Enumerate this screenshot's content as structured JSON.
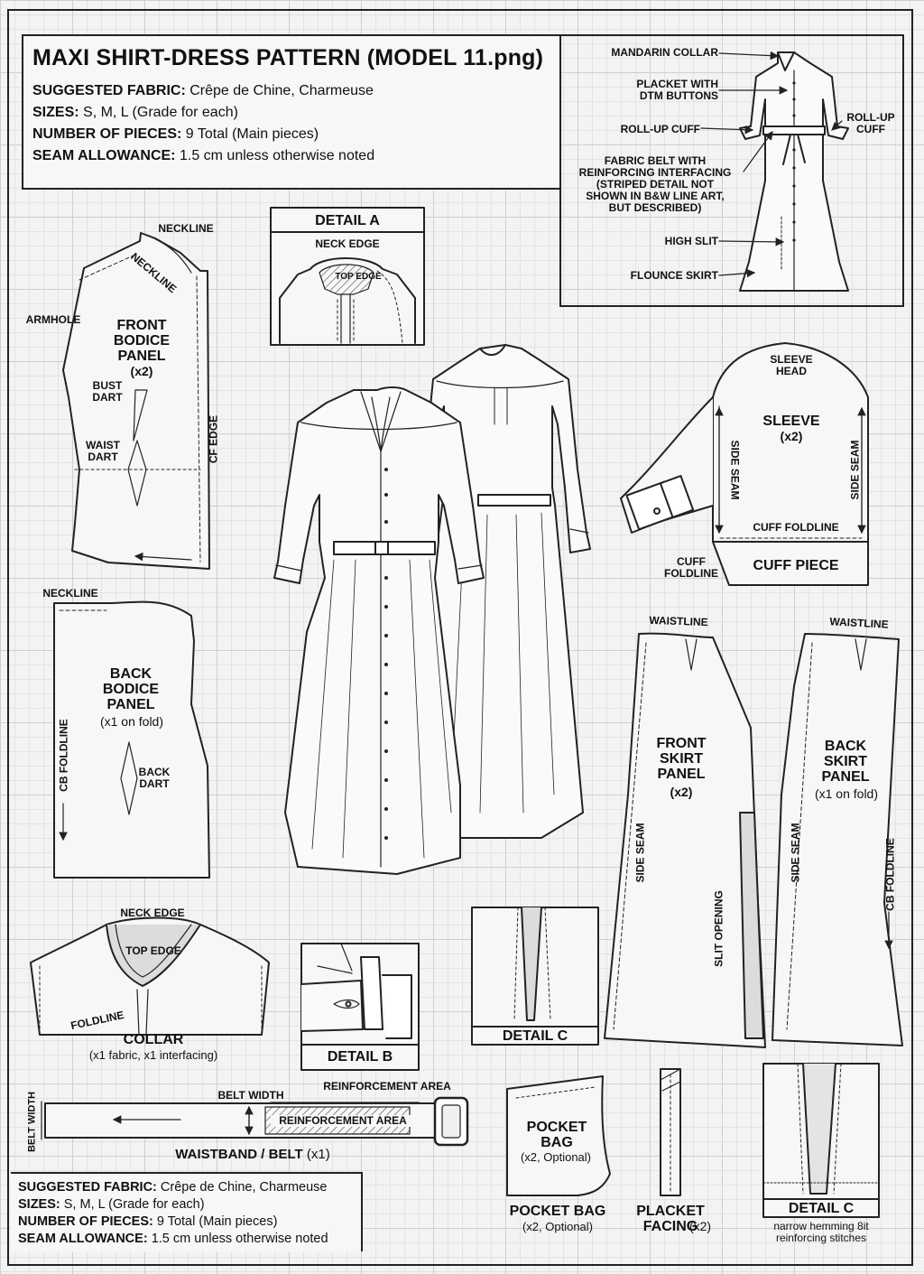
{
  "header": {
    "title": "MAXI SHIRT-DRESS PATTERN (MODEL 11.png)",
    "fabric_label": "SUGGESTED FABRIC:",
    "fabric_value": "Crêpe de Chine, Charmeuse",
    "sizes_label": "SIZES:",
    "sizes_value": "S, M, L (Grade for each)",
    "pieces_label": "NUMBER OF PIECES:",
    "pieces_value": "9 Total (Main pieces)",
    "seam_label": "SEAM ALLOWANCE:",
    "seam_value": "1.5 cm unless otherwise noted"
  },
  "footer_info": {
    "fabric_label": "SUGGESTED FABRIC:",
    "fabric_value": "Crêpe de Chine, Charmeuse",
    "sizes_label": "SIZES:",
    "sizes_value": "S, M, L (Grade for each)",
    "pieces_label": "NUMBER OF PIECES:",
    "pieces_value": "9 Total (Main pieces)",
    "seam_label": "SEAM ALLOWANCE:",
    "seam_value": "1.5 cm unless otherwise noted"
  },
  "callouts": {
    "mandarin_collar": "MANDARIN COLLAR",
    "placket_buttons": "PLACKET WITH\nDTM BUTTONS",
    "rollup_cuff_left": "ROLL-UP CUFF",
    "rollup_cuff_right": "ROLL-UP\nCUFF",
    "fabric_belt": "FABRIC BELT WITH\nREINFORCING INTERFACING\n(STRIPED DETAIL NOT\nSHOWN IN B&W LINE ART,\nBUT DESCRIBED)",
    "high_slit": "HIGH SLIT",
    "flounce_skirt": "FLOUNCE SKIRT"
  },
  "front_bodice": {
    "name": "FRONT\nBODICE\nPANEL",
    "qty": "(x2)",
    "neckline_top": "NECKLINE",
    "neckline_diag": "NECKLINE",
    "armhole": "ARMHOLE",
    "bust_dart": "BUST\nDART",
    "waist_dart": "WAIST\nDART",
    "cf_edge": "CF EDGE"
  },
  "detail_a": {
    "title": "DETAIL A",
    "neck_edge": "NECK EDGE",
    "top_edge": "TOP EDGE"
  },
  "sleeve": {
    "name": "SLEEVE",
    "qty": "(x2)",
    "sleeve_head": "SLEEVE\nHEAD",
    "side_seam_left": "SIDE SEAM",
    "side_seam_right": "SIDE SEAM",
    "cuff_foldline": "CUFF FOLDLINE",
    "cuff_foldline_outside": "CUFF\nFOLDLINE",
    "cuff_piece": "CUFF PIECE"
  },
  "back_bodice": {
    "name": "BACK\nBODICE\nPANEL",
    "qty": "(x1 on fold)",
    "neckline": "NECKLINE",
    "cb_foldline": "CB FOLDLINE",
    "back_dart": "BACK\nDART"
  },
  "front_skirt": {
    "waistline": "WAISTLINE",
    "name": "FRONT\nSKIRT\nPANEL",
    "qty": "(x2)",
    "side_seam": "SIDE SEAM",
    "slit_opening": "SLIT OPENING"
  },
  "back_skirt": {
    "waistline": "WAISTLINE",
    "name": "BACK\nSKIRT\nPANEL",
    "qty": "(x1 on fold)",
    "side_seam": "SIDE SEAM",
    "cb_foldline": "CB FOLDLINE"
  },
  "collar": {
    "neck_edge": "NECK EDGE",
    "top_edge": "TOP EDGE",
    "foldline": "FOLDLINE",
    "name": "COLLAR",
    "qty": "(x1 fabric, x1 interfacing)"
  },
  "detail_b": {
    "title": "DETAIL B"
  },
  "detail_c1": {
    "title": "DETAIL C"
  },
  "belt": {
    "belt_width_side": "BELT WIDTH",
    "belt_width": "BELT WIDTH",
    "reinforcement_top": "REINFORCEMENT AREA",
    "reinforcement_inner": "REINFORCEMENT AREA",
    "name": "WAISTBAND / BELT",
    "qty": "(x1)"
  },
  "pocket": {
    "inner_name": "POCKET\nBAG",
    "inner_qty": "(x2, Optional)",
    "name": "POCKET BAG",
    "qty": "(x2, Optional)"
  },
  "placket": {
    "name": "PLACKET\nFACING",
    "qty": "(x2)"
  },
  "detail_c2": {
    "title": "DETAIL C",
    "note": "narrow hemming 8it\nreinforcing stitches"
  }
}
